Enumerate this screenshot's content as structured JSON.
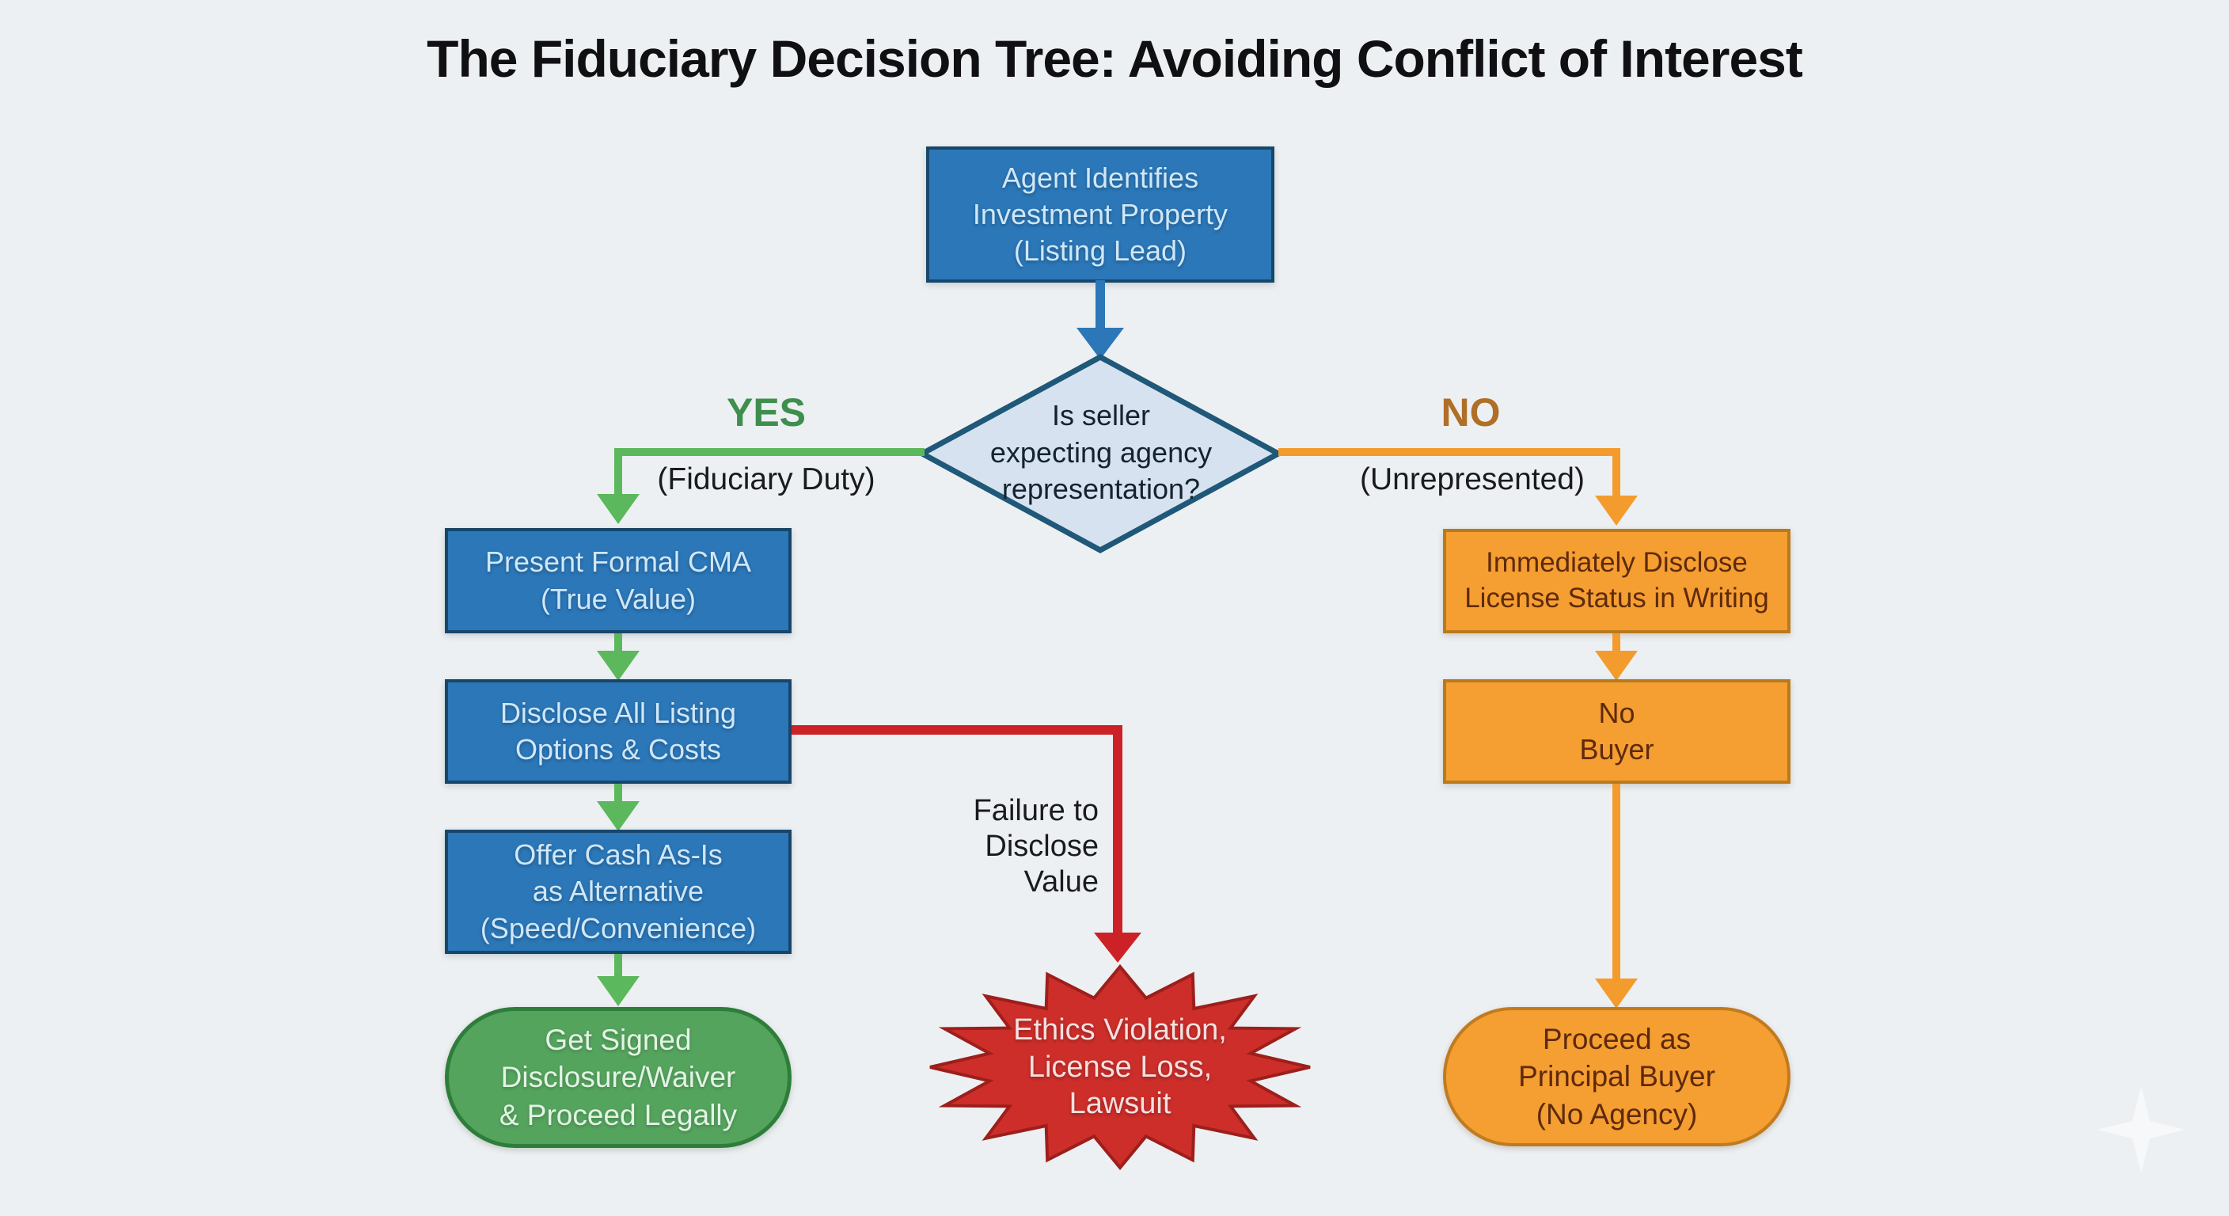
{
  "title": "The Fiduciary Decision Tree: Avoiding Conflict of Interest",
  "nodes": {
    "start": {
      "text": "Agent Identifies\nInvestment Property\n(Listing Lead)"
    },
    "decision": {
      "text": "Is seller\nexpecting agency\nrepresentation?"
    },
    "present_cma": {
      "text": "Present Formal CMA\n(True Value)"
    },
    "disclose_options": {
      "text": "Disclose All Listing\nOptions & Costs"
    },
    "offer_cash": {
      "text": "Offer Cash As-Is\nas Alternative\n(Speed/Convenience)"
    },
    "get_waiver": {
      "text": "Get Signed\nDisclosure/Waiver\n& Proceed Legally"
    },
    "ethics": {
      "text": "Ethics Violation,\nLicense Loss,\nLawsuit"
    },
    "disclose_license": {
      "text": "Immediately Disclose\nLicense Status in Writing"
    },
    "no_buyer": {
      "text": "No\nBuyer"
    },
    "principal_buyer": {
      "text": "Proceed as\nPrincipal Buyer\n(No Agency)"
    }
  },
  "branches": {
    "yes": {
      "label": "YES",
      "sublabel": "(Fiduciary Duty)"
    },
    "no": {
      "label": "NO",
      "sublabel": "(Unrepresented)"
    }
  },
  "labels": {
    "failure": {
      "text": "Failure to\nDisclose\nValue"
    }
  },
  "colors": {
    "background": "#edf0f2",
    "process_blue": "#2b77b8",
    "process_blue_border": "#17466b",
    "decision_fill": "#d6e2ef",
    "decision_border": "#1f5878",
    "branch_green": "#5cb85c",
    "yes_label_green": "#3e8f4e",
    "terminal_green": "#55a45e",
    "branch_orange": "#f39c2d",
    "no_label_orange": "#b06f26",
    "process_orange": "#f59e31",
    "risk_red": "#cc2127",
    "starburst_red": "#cd2e2a"
  }
}
